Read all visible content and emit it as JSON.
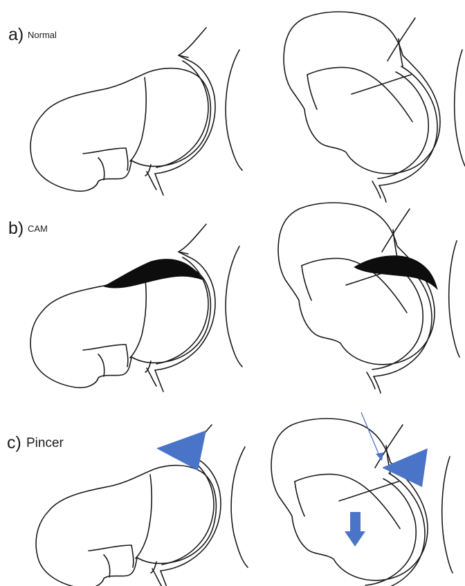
{
  "panels": [
    {
      "letter": "a)",
      "name": "Normal"
    },
    {
      "letter": "b)",
      "name": "CAM"
    },
    {
      "letter": "c)",
      "name": "Pincer"
    }
  ],
  "colors": {
    "line": "#1a1a1a",
    "cam_lesion": "#0d0d0d",
    "indicator": "#4a74c8",
    "background": "#ffffff"
  },
  "icons": [
    "femoral-head-drawing",
    "acetabulum-arc",
    "cam-lesion",
    "pincer-arrowhead",
    "impingement-arrow"
  ]
}
